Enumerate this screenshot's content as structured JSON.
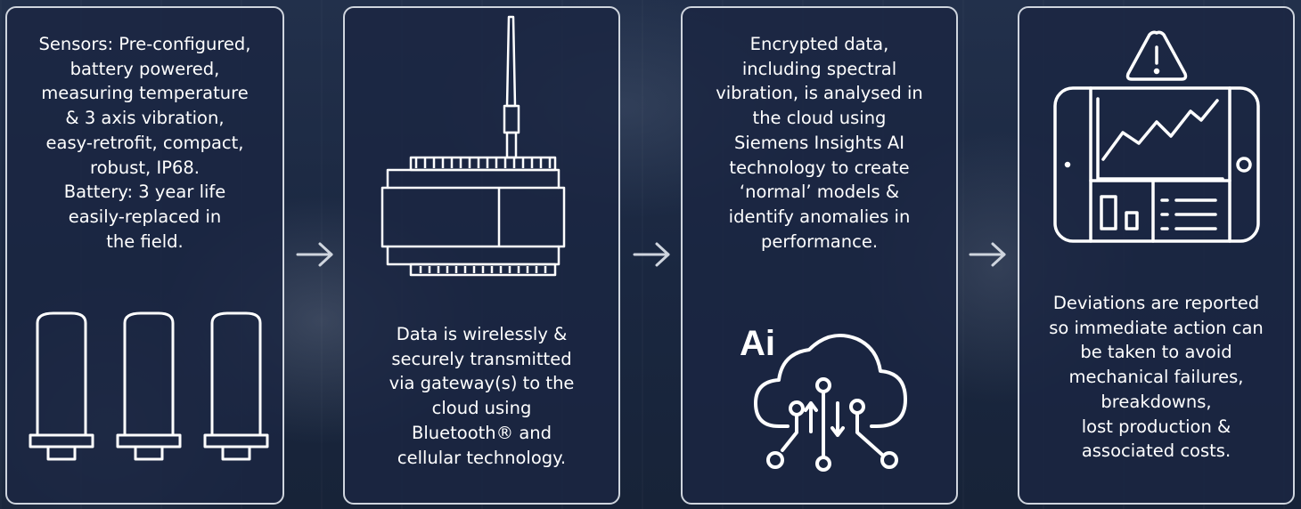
{
  "steps": [
    {
      "text": "Sensors: Pre-configured,\nbattery powered,\nmeasuring temperature\n& 3 axis vibration,\neasy-retrofit, compact,\nrobust, IP68.\nBattery: 3 year life\neasily-replaced in\nthe field.",
      "icon": "battery-sensors-icon"
    },
    {
      "text": "Data is wirelessly &\nsecurely transmitted\nvia gateway(s) to the\ncloud using\nBluetooth® and\ncellular technology.",
      "icon": "gateway-icon"
    },
    {
      "text": "Encrypted data,\nincluding spectral\nvibration, is analysed in\nthe cloud using\nSiemens Insights AI\ntechnology to create\n‘normal’ models &\nidentify anomalies in\nperformance.",
      "icon": "ai-cloud-icon",
      "icon_label": "Ai"
    },
    {
      "text": "Deviations are reported\nso immediate action can\nbe taken to avoid\nmechanical failures,\nbreakdowns,\nlost production &\nassociated costs.",
      "icon": "tablet-alert-icon"
    }
  ],
  "arrow_icon": "arrow-right-icon",
  "colors": {
    "card_border": "#cfd5de",
    "background": "#1c2a44",
    "text": "#ffffff"
  }
}
